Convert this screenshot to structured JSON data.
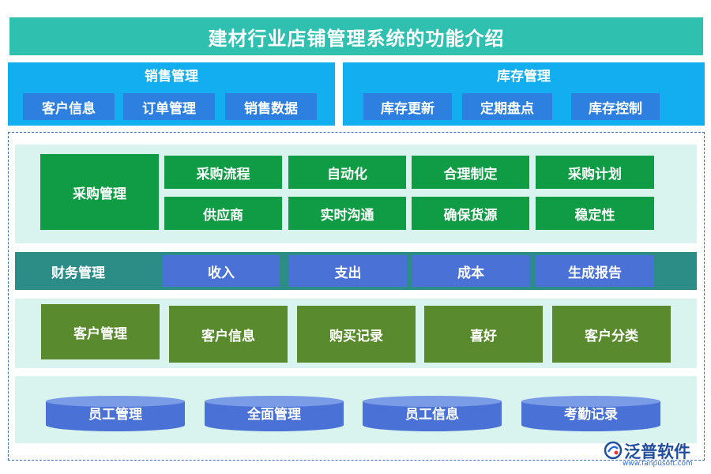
{
  "title": "建材行业店铺管理系统的功能介绍",
  "sales": {
    "title": "销售管理",
    "items": [
      "客户信息",
      "订单管理",
      "销售数据"
    ]
  },
  "inventory": {
    "title": "库存管理",
    "items": [
      "库存更新",
      "定期盘点",
      "库存控制"
    ]
  },
  "purchase": {
    "title": "采购管理",
    "items": [
      "采购流程",
      "自动化",
      "合理制定",
      "采购计划",
      "供应商",
      "实时沟通",
      "确保货源",
      "稳定性"
    ]
  },
  "finance": {
    "title": "财务管理",
    "items": [
      "收入",
      "支出",
      "成本",
      "生成报告"
    ]
  },
  "customer": {
    "title": "客户管理",
    "items": [
      "客户信息",
      "购买记录",
      "喜好",
      "客户分类"
    ]
  },
  "staff": {
    "items": [
      "员工管理",
      "全面管理",
      "员工信息",
      "考勤记录"
    ]
  },
  "brand": {
    "name": "泛普软件",
    "url": "www.fanpusoft.com"
  },
  "colors": {
    "title_bar": "#2fc0b0",
    "top_panel": "#13aef0",
    "blue_button": "#2d7fe0",
    "purchase_green": "#109c45",
    "finance_teal": "#2c8c86",
    "finance_box": "#4a72d6",
    "customer_olive": "#5a8a2e",
    "staff_cylinder": "#4a72d6"
  }
}
